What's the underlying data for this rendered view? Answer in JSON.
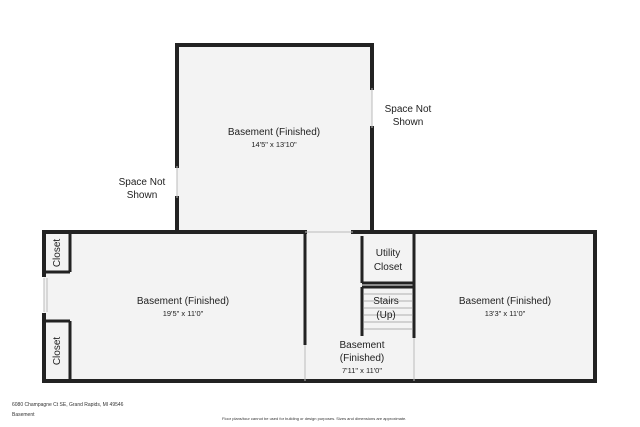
{
  "rooms": {
    "upper_basement": {
      "name": "Basement (Finished)",
      "dims": "14'5\" x 13'10\""
    },
    "left_basement": {
      "name": "Basement (Finished)",
      "dims": "19'5\" x 11'0\""
    },
    "hall_basement": {
      "name_line1": "Basement",
      "name_line2": "(Finished)",
      "dims": "7'11\" x 11'0\""
    },
    "right_basement": {
      "name": "Basement (Finished)",
      "dims": "13'3\" x 11'0\""
    },
    "utility_closet": {
      "line1": "Utility",
      "line2": "Closet"
    },
    "stairs": {
      "line1": "Stairs",
      "line2": "(Up)"
    },
    "closet_top": {
      "label": "Closet"
    },
    "closet_bottom": {
      "label": "Closet"
    }
  },
  "notes": {
    "space_not_shown_right": {
      "line1": "Space Not",
      "line2": "Shown"
    },
    "space_not_shown_left": {
      "line1": "Space Not",
      "line2": "Shown"
    }
  },
  "footer": {
    "address": "6080 Champagne Ct SE, Grand Rapids, MI 49546",
    "floor": "Basement",
    "disclaimer": "Floor plans/tour cannot be used for building or design purposes. Sizes and dimensions are approximate."
  }
}
